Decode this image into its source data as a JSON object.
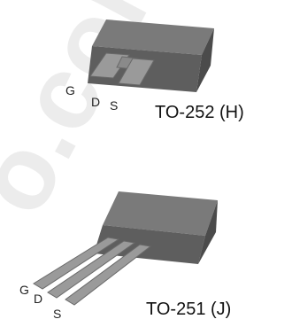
{
  "watermark": {
    "text": "o.com"
  },
  "packages": [
    {
      "name": "TO-252 (H)",
      "pins": [
        "G",
        "D",
        "S"
      ],
      "colors": {
        "body_top": "#7a7a7a",
        "body_front": "#5e5e5e",
        "body_side": "#4b4b4b",
        "lead": "#9a9a9a",
        "lead_edge": "#6a6a6a"
      }
    },
    {
      "name": "TO-251 (J)",
      "pins": [
        "G",
        "D",
        "S"
      ],
      "colors": {
        "body_top": "#7a7a7a",
        "body_front": "#5e5e5e",
        "body_side": "#4b4b4b",
        "lead": "#9a9a9a",
        "lead_edge": "#6a6a6a"
      }
    }
  ]
}
